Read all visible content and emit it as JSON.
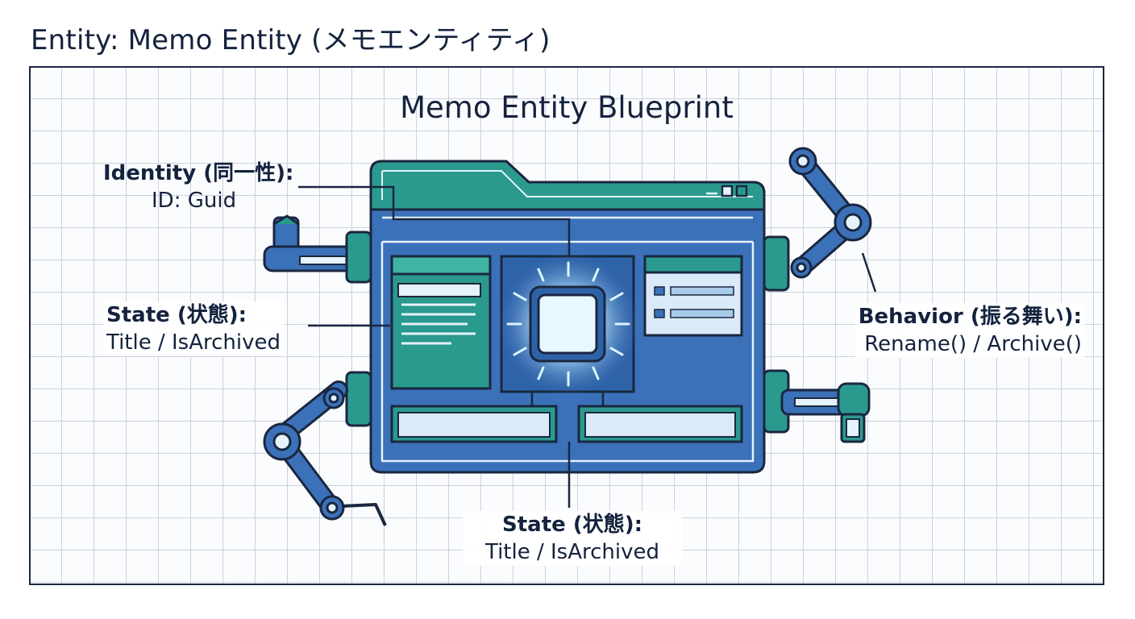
{
  "page_title": "Entity: Memo Entity (メモエンティティ)",
  "board": {
    "title": "Memo Entity Blueprint"
  },
  "labels": {
    "identity": {
      "heading": "Identity (同一性):",
      "value": "ID: Guid"
    },
    "state_left": {
      "heading": "State (状態):",
      "value": "Title / IsArchived"
    },
    "behavior": {
      "heading": "Behavior (振る舞い):",
      "value": "Rename() / Archive()"
    },
    "state_bottom": {
      "heading": "State (状態):",
      "value": "Title / IsArchived"
    }
  },
  "icons": [
    "robot-arm-icon",
    "memo-folder-icon",
    "core-chip-icon",
    "window-control-icon"
  ],
  "colors": {
    "ink": "#13223d",
    "panel_blue": "#3b71b8",
    "panel_dark": "#1c3f78",
    "teal": "#2b9a8e",
    "light": "#e4f2fb",
    "grid": "#c9d2de"
  }
}
